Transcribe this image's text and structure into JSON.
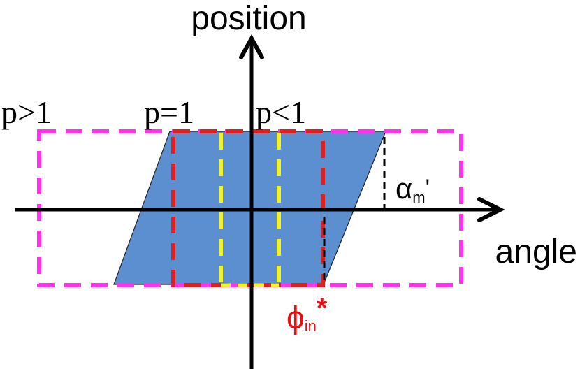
{
  "labels": {
    "y_axis": "position",
    "x_axis": "angle",
    "p_greater": "p>1",
    "p_equal": "p=1",
    "p_less": "p<1",
    "alpha_symbol": "α",
    "alpha_sub": "m",
    "alpha_prime": "'",
    "phi_symbol": "ϕ",
    "phi_sub": "in",
    "phi_star": "*"
  },
  "colors": {
    "axis": "#000000",
    "parallelogram_fill": "#5b8fcf",
    "magenta_dash": "#ff33ee",
    "red_dash": "#e02020",
    "yellow_dash": "#f2f22a",
    "phi_label": "#e81010"
  },
  "icons": {
    "x_axis_arrow": "arrow-right-icon",
    "y_axis_arrow": "arrow-up-icon"
  }
}
